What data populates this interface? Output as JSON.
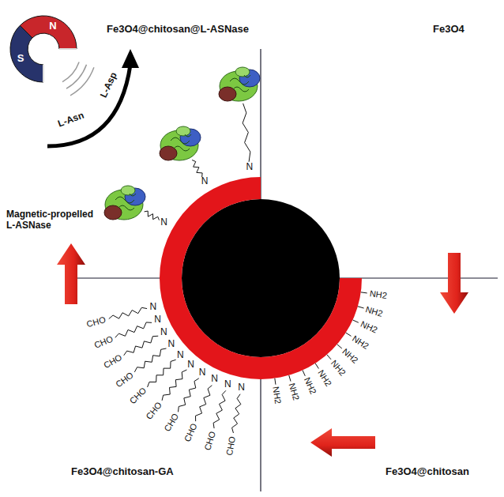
{
  "diagram": {
    "labels": [
      "Fe3O4@chitosan@L-ASNase",
      "Fe3O4",
      "S",
      "N",
      "L-Asp",
      "L-Asn",
      "Magnetic-propelled L-ASNase",
      "N",
      "N",
      "N",
      "NH2",
      "NH2",
      "NH2",
      "NH2",
      "NH2",
      "NH2",
      "NH2",
      "NH2",
      "NH2",
      "NH2",
      "N",
      "N",
      "N",
      "N",
      "N",
      "N",
      "N",
      "N",
      "N",
      "N",
      "CHO",
      "CHO",
      "CHO",
      "CHO",
      "CHO",
      "CHO",
      "CHO",
      "CHO",
      "CHO",
      "CHO",
      "Fe3O4@chitosan-GA",
      "Fe3O4@chitosan"
    ]
  }
}
